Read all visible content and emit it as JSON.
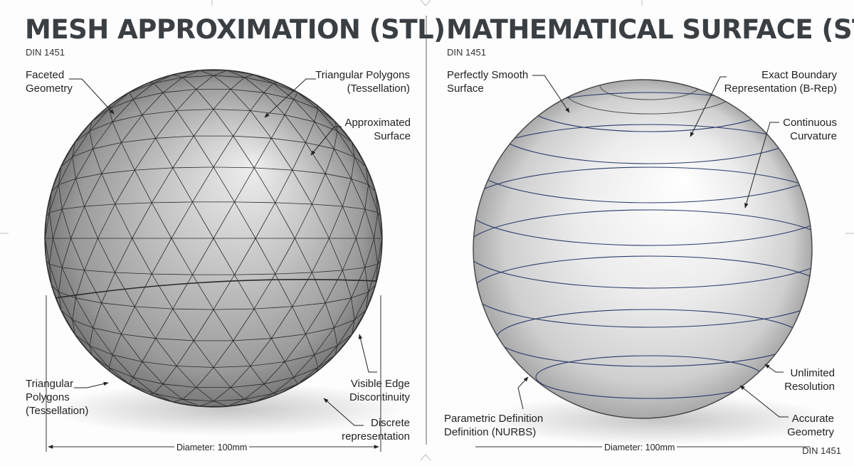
{
  "left_panel": {
    "title": "MESH APPROXIMATION (STL)",
    "standard": "DIN 1451",
    "labels": {
      "faceted": "Faceted\nGeometry",
      "triangular_top": "Triangular Polygons\n(Tessellation)",
      "approximated": "Approximated\nSurface",
      "triangular_bottom": "Triangular\nPolygons\n(Tessellation)",
      "visible_edge": "Visible Edge\nDiscontinuity",
      "discrete": "Discrete\nrepresentation"
    },
    "dimension": "Diameter: 100mm"
  },
  "right_panel": {
    "title": "MATHEMATICAL SURFACE (STEP)",
    "standard": "DIN 1451",
    "labels": {
      "smooth": "Perfectly Smooth\nSurface",
      "brep": "Exact Boundary\nRepresentation (B-Rep)",
      "continuous": "Continuous\nCurvature",
      "unlimited": "Unlimited\nResolution",
      "parametric": "Parametric Definition\nDefinition (NURBS)",
      "accurate": "Accurate\nGeometry"
    },
    "dimension": "Diameter: 100mm",
    "footer_standard": "DIN 1451"
  },
  "colors": {
    "title": "#3a3f43",
    "mesh_sphere": "#b9b9b9",
    "smooth_sphere": "#e8e8e8",
    "contour_lines": "#2a3a6a",
    "panel_divider": "#9a9a9a"
  }
}
